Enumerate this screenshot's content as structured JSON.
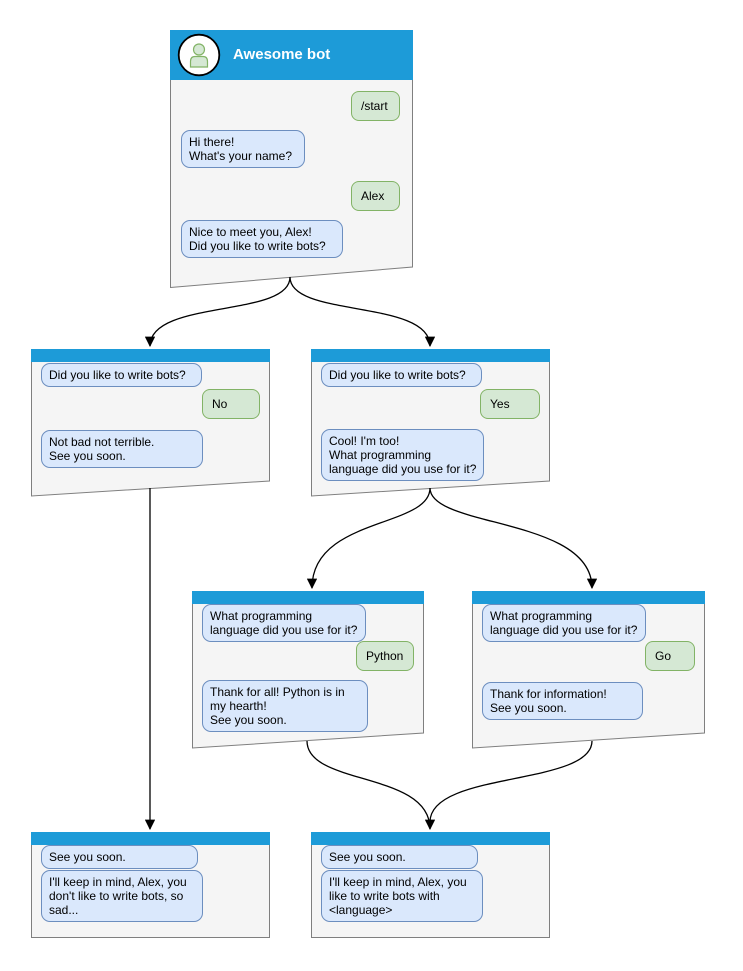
{
  "palette": {
    "header_blue": "#1d9bd8",
    "window_fill": "#f5f5f5",
    "window_stroke": "#7f7f7f",
    "bubble_bot_fill": "#dae8fc",
    "bubble_bot_stroke": "#6c8ebf",
    "bubble_user_fill": "#d5e8d4",
    "bubble_user_stroke": "#82b366",
    "connector": "#000000",
    "title_color": "#ffffff"
  },
  "icons": {
    "avatar": "person-in-circle"
  },
  "windows": {
    "root": {
      "title": "Awesome bot",
      "messages": {
        "start": "/start",
        "hi": "Hi there!\nWhat's your name?",
        "alex": "Alex",
        "nice": "Nice to meet you, Alex!\nDid you like to write bots?"
      }
    },
    "no": {
      "messages": {
        "q": "Did you like to write bots?",
        "answer": "No",
        "reply": "Not bad not terrible.\nSee you soon."
      }
    },
    "yes": {
      "messages": {
        "q": "Did you like to write bots?",
        "answer": "Yes",
        "reply": "Cool! I'm too!\nWhat programming\nlanguage did you use for it?"
      }
    },
    "python": {
      "messages": {
        "q": "What programming\nlanguage did you use for it?",
        "answer": "Python",
        "reply": "Thank for all! Python is in\nmy hearth!\nSee you soon."
      }
    },
    "go": {
      "messages": {
        "q": "What programming\nlanguage did you use for it?",
        "answer": "Go",
        "reply": "Thank for information!\nSee you soon."
      }
    },
    "end_no": {
      "messages": {
        "q": "See you soon.",
        "reply": "I'll keep in mind, Alex, you\ndon't like to write bots, so\nsad..."
      }
    },
    "end_yes": {
      "messages": {
        "q": "See you soon.",
        "reply": "I'll keep in mind, Alex, you\nlike to write bots with\n<language>"
      }
    }
  }
}
